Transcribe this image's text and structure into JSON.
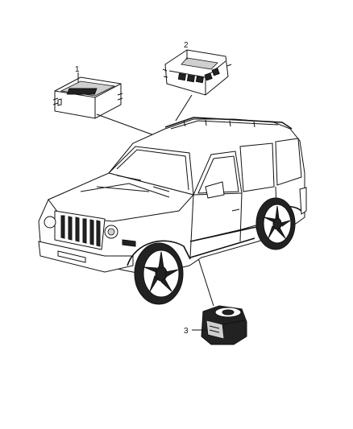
{
  "diagram": {
    "callouts": [
      {
        "id": "1",
        "label": "1"
      },
      {
        "id": "2",
        "label": "2"
      },
      {
        "id": "3",
        "label": "3"
      }
    ],
    "parts": [
      {
        "callout": "1",
        "icon": "control-module-icon"
      },
      {
        "callout": "2",
        "icon": "switch-bezel-panel-icon"
      },
      {
        "callout": "3",
        "icon": "siren-module-icon"
      }
    ],
    "vehicle_icon": "suv-vehicle-icon",
    "line_color": "#111111",
    "background": "#ffffff"
  }
}
